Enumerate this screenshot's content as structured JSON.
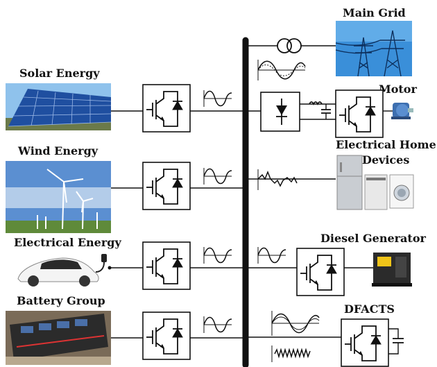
{
  "labels": {
    "main_grid": "Main Grid",
    "solar": "Solar Energy",
    "motor": "Motor",
    "wind": "Wind Energy",
    "home_line1": "Electrical Home",
    "home_line2": "Devices",
    "electrical": "Electrical Energy",
    "diesel": "Diesel Generator",
    "battery": "Battery Group",
    "dfacts": "DFACTS"
  },
  "colors": {
    "bus": "#111111",
    "sky": "#5b8fd1",
    "grid_photo": "#3a8fd9",
    "solar_panel": "#1f4fa0",
    "motor": "#3d6fb0"
  }
}
